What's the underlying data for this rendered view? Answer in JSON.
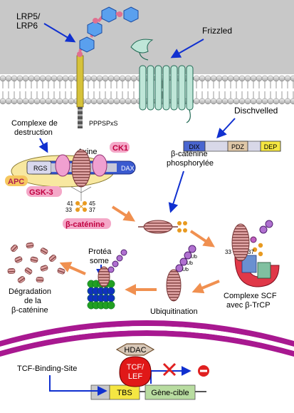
{
  "labels": {
    "lrp": [
      "LRP5/",
      "LRP6"
    ],
    "frizzled": "Frizzled",
    "motif": "PPPSPxS",
    "dishevelled": "Dischvelled",
    "complex": [
      "Complexe de",
      "destruction"
    ],
    "axin": "Axine",
    "ck1": "CK1",
    "apc": "APC",
    "gsk3": "GSK-3",
    "rgs": "RGS",
    "dax": "DAX",
    "beta_cat": "β-caténine",
    "phos": [
      "β-caténine",
      "phosphorylée"
    ],
    "site41": "41",
    "site33": "33",
    "site45": "45",
    "site37": "37",
    "scf_site33": "33",
    "scf_site37": "37",
    "proteasome": [
      "Protéa",
      "some"
    ],
    "ub": "Ub",
    "degradation": [
      "Dégradation",
      "de la",
      "β-caténine"
    ],
    "ubiquitination": "Ubiquitination",
    "scf": [
      "Complexe SCF",
      "avec β-TrCP"
    ],
    "hdac": "HDAC",
    "tcf": [
      "TCF/",
      "LEF"
    ],
    "tcf_site": "TCF-Binding-Site",
    "tbs": "TBS",
    "target": "Gène-cible"
  },
  "dsh_domains": [
    "DIX",
    "PDZ",
    "DEP"
  ],
  "colors": {
    "top_bg": "#c8c8c8",
    "arrow_blue": "#1030d0",
    "arrow_orange": "#f09050",
    "nucleus": "#a81890",
    "pink_label": "#f4a8c8",
    "apc_label": "#f6c860"
  }
}
